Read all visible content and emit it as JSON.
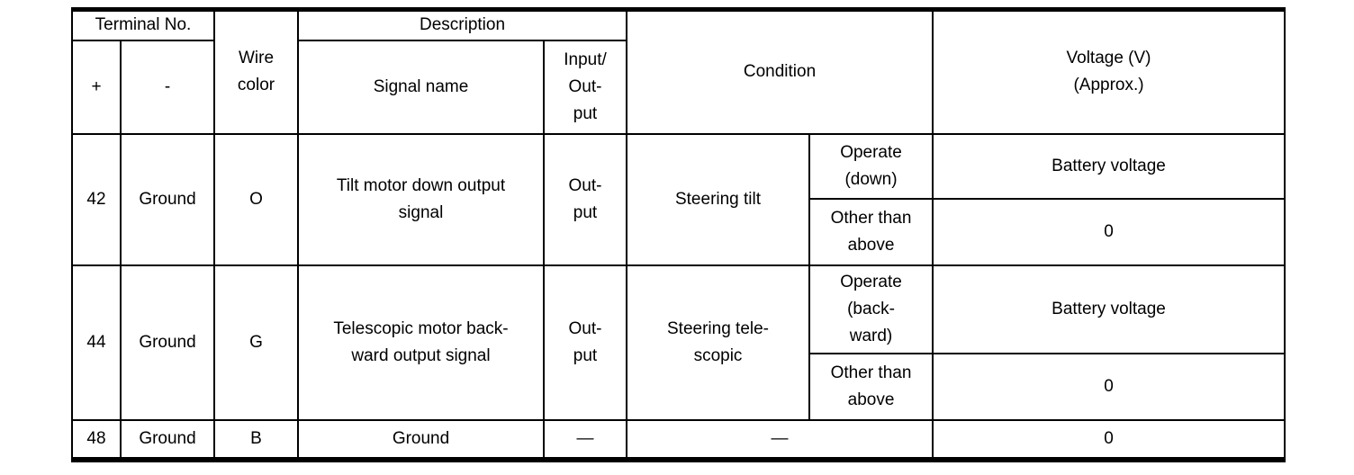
{
  "doc": {
    "type": "terminal-voltage-specification-table"
  },
  "table": {
    "header": {
      "terminal_no": "Terminal No.",
      "plus": "+",
      "minus": "-",
      "wire_color": "Wire\ncolor",
      "description": "Description",
      "signal_name": "Signal name",
      "input_output": "Input/\nOut-\nput",
      "condition": "Condition",
      "voltage": "Voltage (V)\n(Approx.)"
    },
    "rows": [
      {
        "terminal_plus": "42",
        "terminal_minus": "Ground",
        "wire_color": "O",
        "signal_name": "Tilt motor down output\nsignal",
        "input_output": "Out-\nput",
        "condition": "Steering tilt",
        "sub_conditions": [
          {
            "label": "Operate\n(down)",
            "voltage": "Battery voltage"
          },
          {
            "label": "Other than\nabove",
            "voltage": "0"
          }
        ]
      },
      {
        "terminal_plus": "44",
        "terminal_minus": "Ground",
        "wire_color": "G",
        "signal_name": "Telescopic motor back-\nward output signal",
        "input_output": "Out-\nput",
        "condition": "Steering tele-\nscopic",
        "sub_conditions": [
          {
            "label": "Operate\n(back-\nward)",
            "voltage": "Battery voltage"
          },
          {
            "label": "Other than\nabove",
            "voltage": "0"
          }
        ]
      },
      {
        "terminal_plus": "48",
        "terminal_minus": "Ground",
        "wire_color": "B",
        "signal_name": "Ground",
        "input_output": "—",
        "condition": "—",
        "voltage": "0"
      }
    ]
  }
}
